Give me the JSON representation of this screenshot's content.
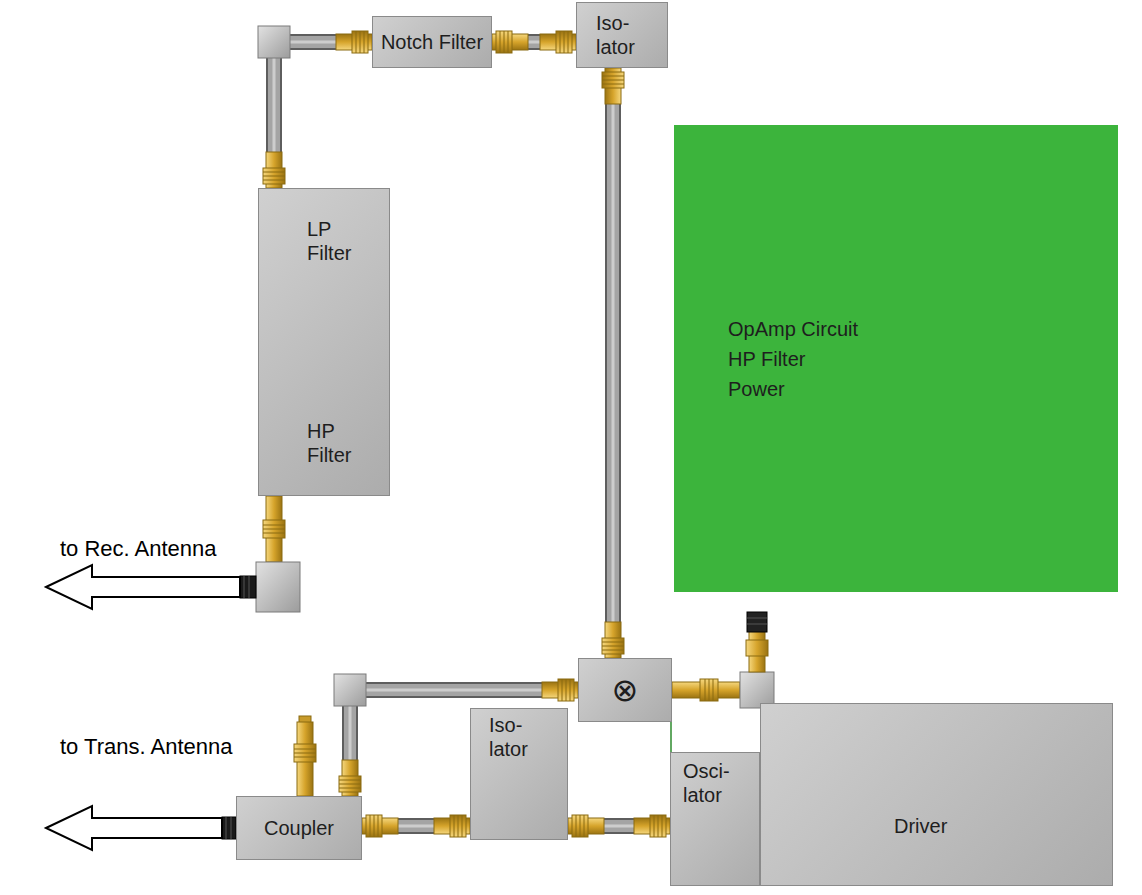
{
  "diagram": {
    "nodes": [
      {
        "text": [
          "Notch Filter"
        ]
      },
      {
        "text": [
          "Iso- lator"
        ]
      },
      {
        "text": [
          "LP Filter",
          "HP Filter"
        ]
      },
      {
        "text": [
          "OpAmp Circuit",
          "HP Filter",
          "Power"
        ]
      },
      {
        "text": [
          "⊗"
        ]
      },
      {
        "text": [
          "Coupler"
        ]
      },
      {
        "text": [
          "Iso- lator"
        ]
      },
      {
        "text": [
          "Osci- lator"
        ]
      },
      {
        "text": [
          "Driver"
        ]
      }
    ],
    "edges": [
      {
        "from": 2,
        "to": 0,
        "arrow": "none"
      },
      {
        "from": 0,
        "to": 1,
        "arrow": "none"
      },
      {
        "from": 1,
        "to": 4,
        "arrow": "none"
      },
      {
        "from": 5,
        "to": 4,
        "arrow": "none"
      },
      {
        "from": 5,
        "to": 6,
        "arrow": "none"
      },
      {
        "from": 6,
        "to": 7,
        "arrow": "none"
      },
      {
        "from": 4,
        "to": 7,
        "arrow": "none"
      }
    ],
    "labels": [
      "to Rec. Antenna",
      "to Trans. Antenna"
    ]
  }
}
